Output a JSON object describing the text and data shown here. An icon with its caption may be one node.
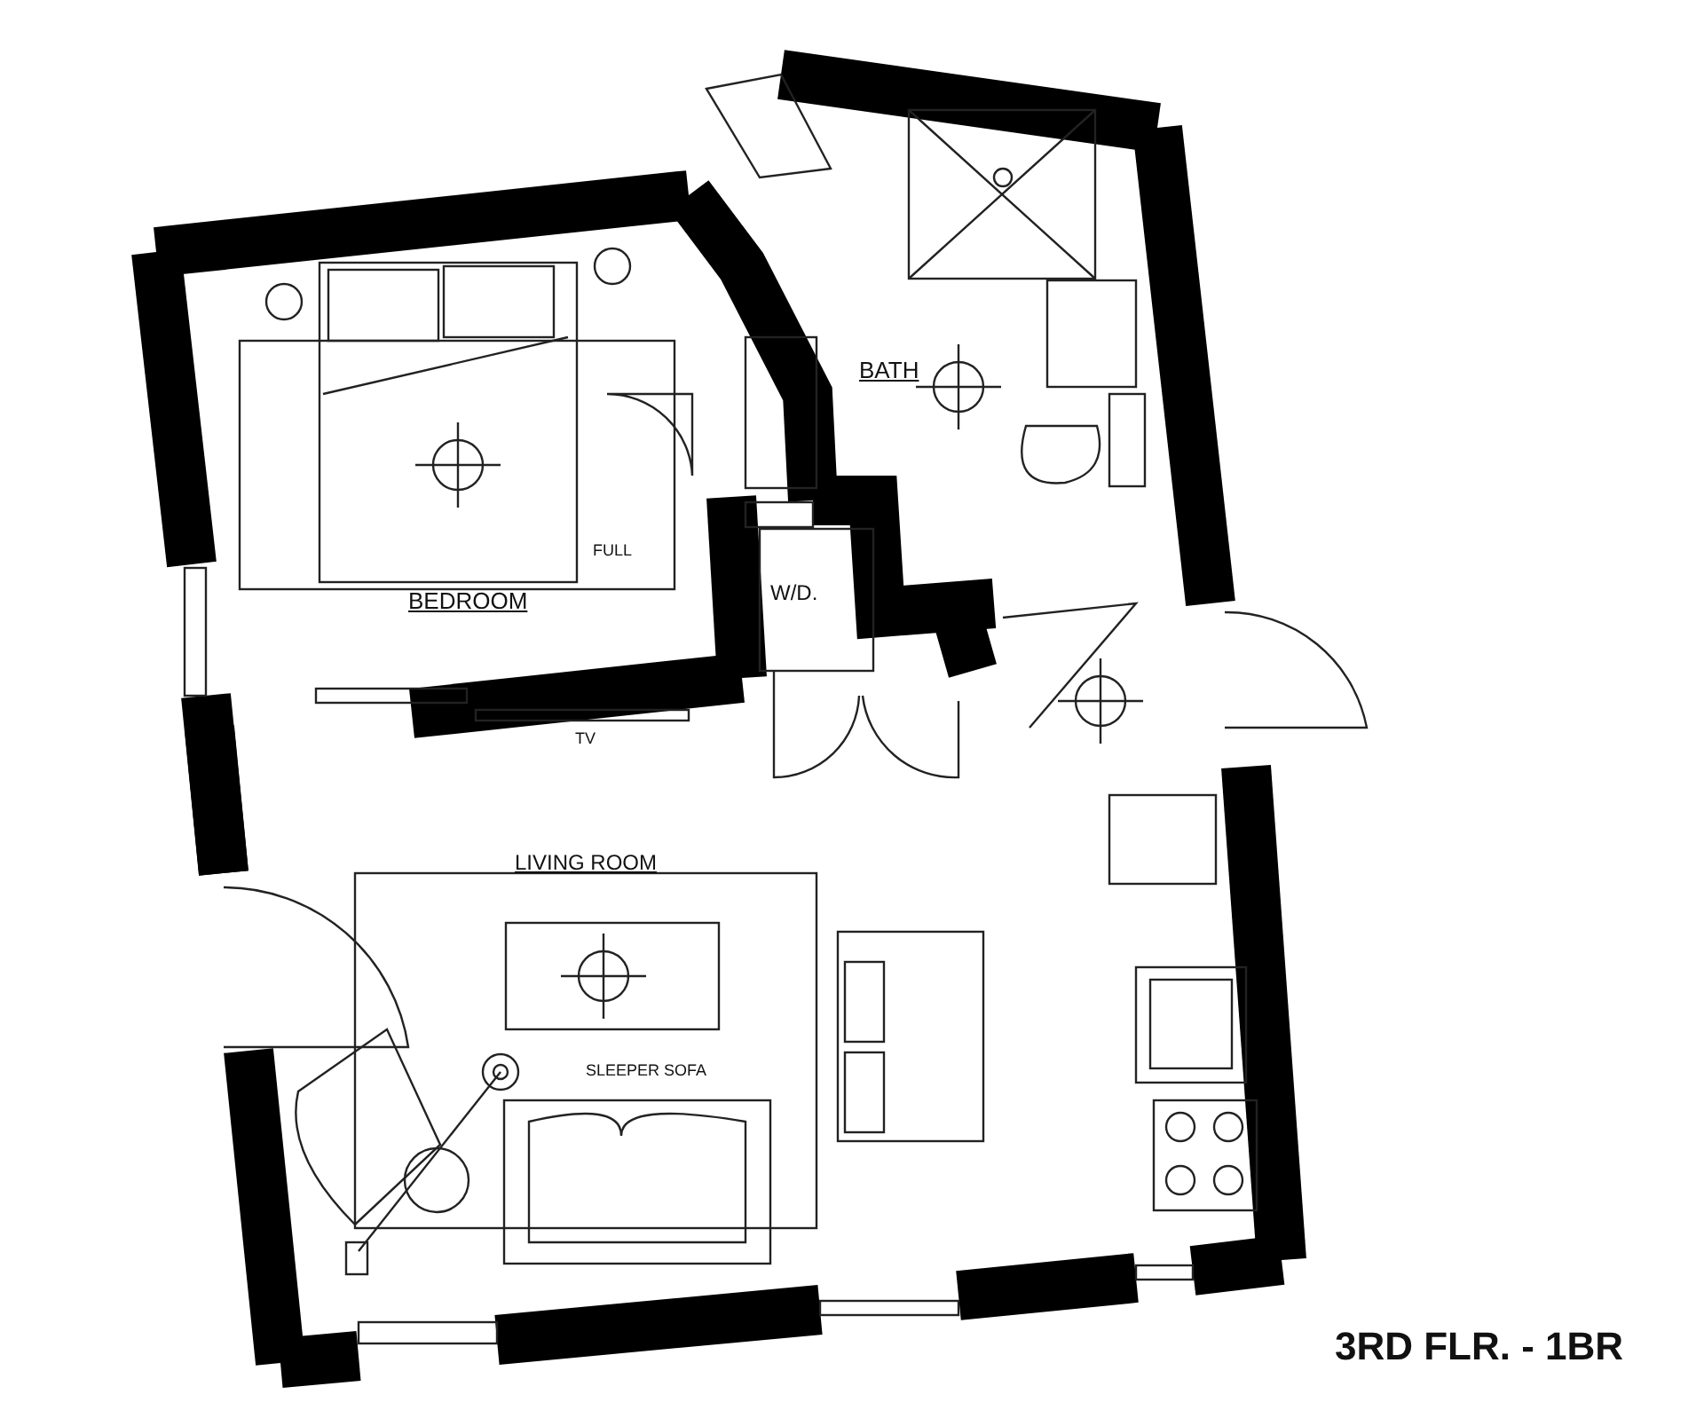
{
  "diagram": {
    "title": "3RD FLR. - 1BR",
    "labels": [
      "BATH",
      "FULL",
      "BEDROOM",
      "W/D.",
      "TV",
      "LIVING ROOM",
      "SLEEPER SOFA"
    ]
  }
}
